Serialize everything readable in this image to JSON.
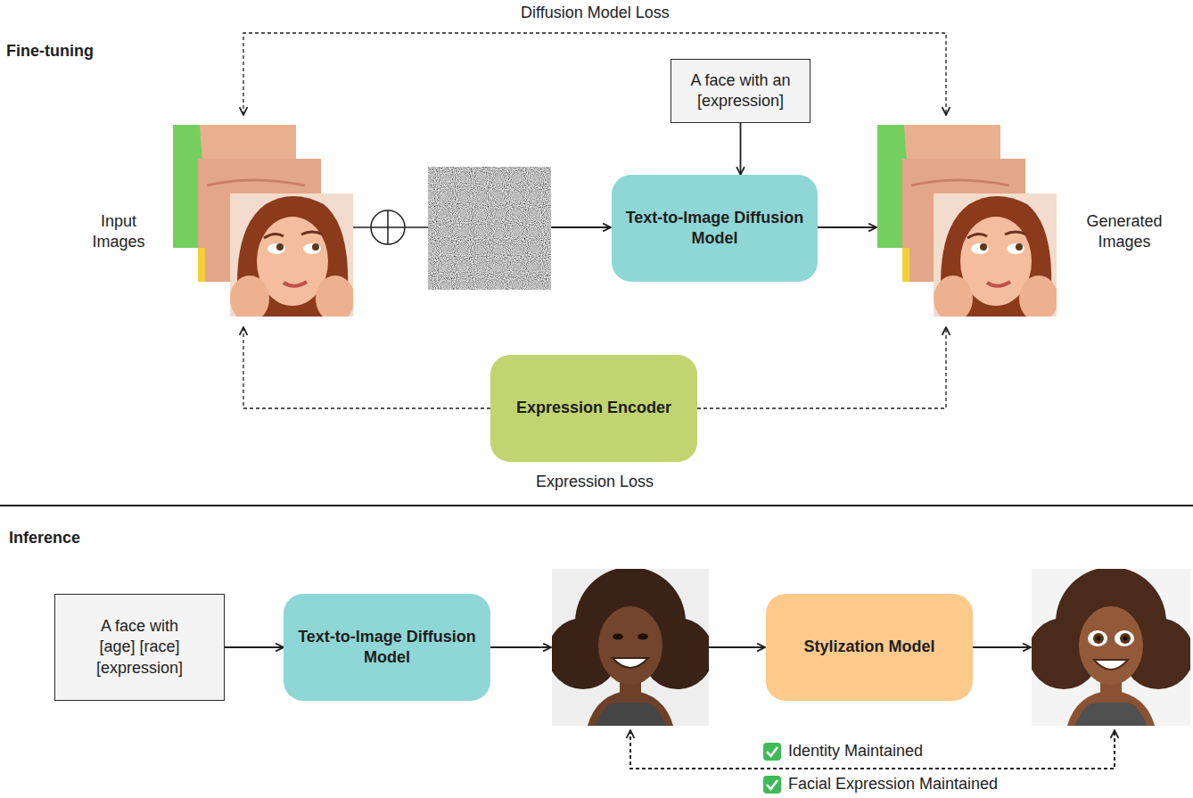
{
  "diagram": {
    "nodes": [
      {
        "text": [
          "A face with an [expression]"
        ]
      },
      {
        "text": [
          "Text-to-Image Diffusion Model"
        ]
      },
      {
        "text": [
          "Expression Encoder"
        ]
      },
      {
        "text": [
          "A face with [age] [race] [expression]"
        ]
      },
      {
        "text": [
          "Text-to-Image Diffusion Model"
        ]
      },
      {
        "text": [
          "Stylization Model"
        ]
      }
    ],
    "edges": [
      {
        "from": 0,
        "to": 1,
        "arrow": "to"
      },
      {
        "from": 3,
        "to": 4,
        "arrow": "to"
      }
    ],
    "labels": [
      "Diffusion Model Loss",
      "Fine-tuning",
      "Input Images",
      "Generated Images",
      "Expression Loss",
      "Inference",
      "Identity Maintained",
      "Facial Expression Maintained"
    ]
  }
}
